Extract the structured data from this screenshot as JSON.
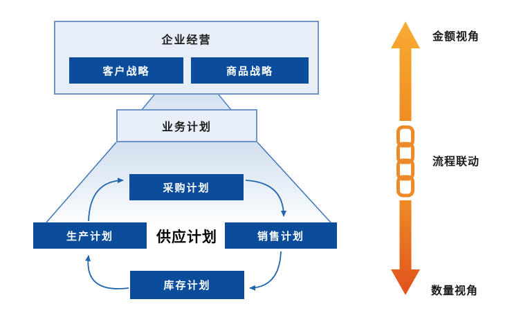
{
  "enterprise": {
    "title": "企业经营",
    "strategies": [
      {
        "label": "客户战略"
      },
      {
        "label": "商品战略"
      }
    ]
  },
  "business_plan": {
    "label": "业务计划"
  },
  "cycle": {
    "center": "供应计划",
    "procurement": "采购计划",
    "production": "生产计划",
    "sales": "销售计划",
    "inventory": "库存计划"
  },
  "axis": {
    "top": "金额视角",
    "middle": "流程联动",
    "bottom": "数量视角"
  },
  "icons": {
    "up_arrow": "arrow-up",
    "down_arrow": "arrow-down",
    "chain": "chain-links",
    "cycle_arrows": "curved-arrow"
  },
  "colors": {
    "dark_blue": "#0b4d9b",
    "light_panel": "#e8eef7",
    "panel_border": "#6d92c4",
    "funnel_blue": "#d3dfef",
    "arrow_blue": "#2166ac",
    "orange_light": "#f8ab33",
    "orange_deep": "#ef8d21",
    "red_orange": "#e0511c",
    "chain_orange": "#ed8b2b"
  }
}
